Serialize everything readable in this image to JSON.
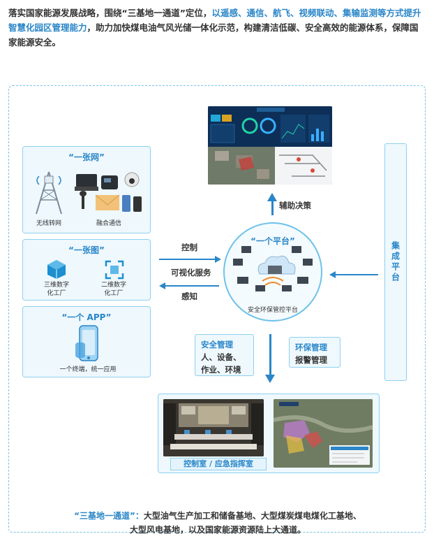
{
  "intro": {
    "part1": "落实国家能源发展战略，围绕“三基地一通道”定位，",
    "highlight": "以遥感、通信、航飞、视频联动、集输监测等方式提升智慧化园区管理能力",
    "part2": "，助力加快煤电油气风光储一体化示范，构建清洁低碳、安全高效的能源体系，保障国家能源安全。"
  },
  "left": {
    "net": {
      "title": "“一张网”",
      "wireless": "无线转网",
      "fusion": "融合通信"
    },
    "map": {
      "title": "“一张图”",
      "factory3d": "三维数字化工厂",
      "factory2d": "二维数字化工厂",
      "factory3d_l1": "三维数字",
      "factory3d_l2": "化工厂",
      "factory2d_l1": "二维数字",
      "factory2d_l2": "化工厂"
    },
    "app": {
      "title": "“一个 APP”",
      "caption": "一个终端，统一应用"
    }
  },
  "arrows": {
    "control": "控制",
    "visual": "可视化服务",
    "sense": "感知",
    "assist": "辅助决策"
  },
  "platform": {
    "title": "“一个平台”",
    "caption": "安全环保管控平台"
  },
  "integration": "集成平台",
  "safety": {
    "title": "安全管理",
    "line1": "人、设备、",
    "line2": "作业、环境"
  },
  "env": {
    "line1": "环保管理",
    "line2": "报警管理"
  },
  "bottom": {
    "label": "控制室 / 应急指挥室"
  },
  "footer": {
    "highlight": "“三基地一通道”：",
    "line1": "大型油气生产加工和储备基地、大型煤炭煤电煤化工基地、",
    "line2": "大型风电基地，以及国家能源资源陆上大通道。"
  },
  "colors": {
    "accent": "#2a86c8",
    "border": "#8fd0ef",
    "fill": "#eef8fd"
  }
}
